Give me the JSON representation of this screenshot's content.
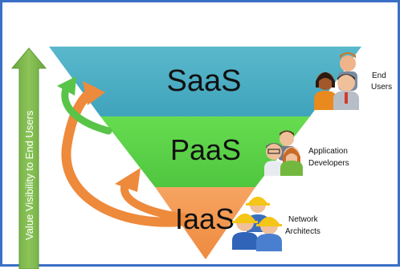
{
  "diagram": {
    "vertical_arrow_label": "Value Visibility to End Users",
    "tiers": [
      {
        "name": "SaaS",
        "color": "#4fb0c6",
        "audience": [
          "End",
          "Users"
        ]
      },
      {
        "name": "PaaS",
        "color": "#5ed44a",
        "audience": [
          "Application",
          "Developers"
        ]
      },
      {
        "name": "IaaS",
        "color": "#f39a55",
        "audience": [
          "Network",
          "Architects"
        ]
      }
    ],
    "colors": {
      "border": "#3b6fc5",
      "value_arrow": "#7cb24a",
      "green_curve_arrow": "#58c448",
      "orange_curve_arrow": "#ee8a3c",
      "text": "#111111"
    },
    "icons": [
      "end-users-people-icon",
      "application-developers-people-icon",
      "network-architects-workers-icon"
    ]
  }
}
